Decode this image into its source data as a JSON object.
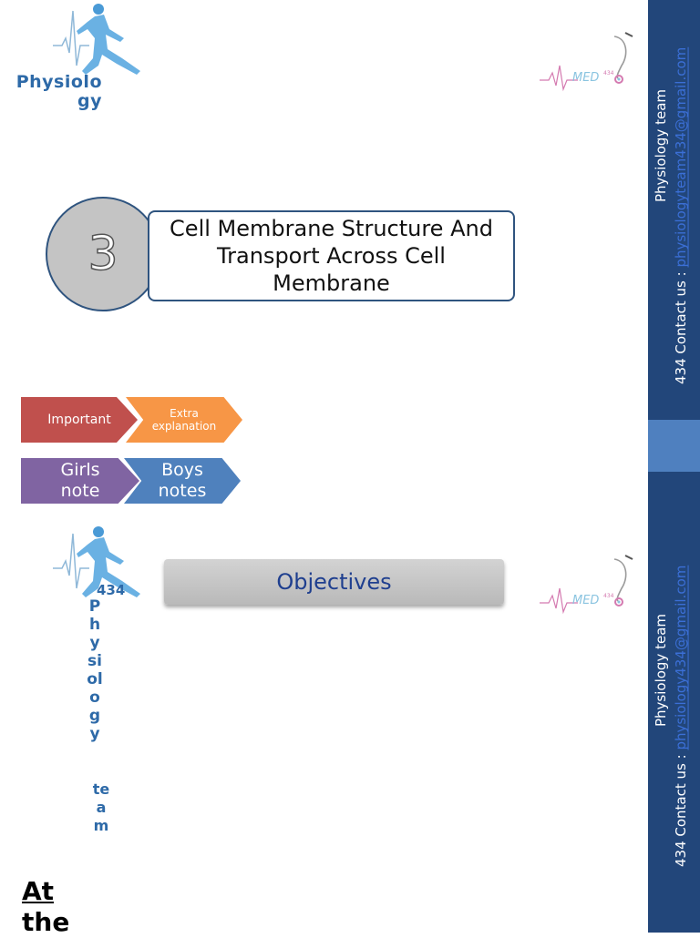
{
  "sidebar": {
    "top": {
      "team": "Physiology team",
      "contact_label": "434 Contact us :",
      "email": "physiologyteam434@gmail.com"
    },
    "bottom": {
      "team": "Physiology team",
      "contact_label": "434 Contact us :",
      "email": "physiology434@gmail.com"
    }
  },
  "header": {
    "brand": "Physiology"
  },
  "title": {
    "number": "3",
    "text": "Cell Membrane Structure And Transport Across Cell Membrane"
  },
  "legend": {
    "important": "Important",
    "extra": "Extra explanation",
    "girls": "Girls note",
    "boys": "Boys notes"
  },
  "second_page": {
    "badge": "434",
    "brand_vertical": "Physiology",
    "team_vertical": "team",
    "objectives": "Objectives",
    "body_start": "At the"
  },
  "colors": {
    "sidebar": "#22467a",
    "sidebar_accent": "#4f80bf",
    "important": "#c0504d",
    "extra": "#f79646",
    "girls": "#8064a2",
    "boys": "#4f81bd",
    "brand": "#2e6aa8"
  },
  "icons": [
    "runner-logo-icon",
    "med434-stethoscope-logo-icon"
  ]
}
